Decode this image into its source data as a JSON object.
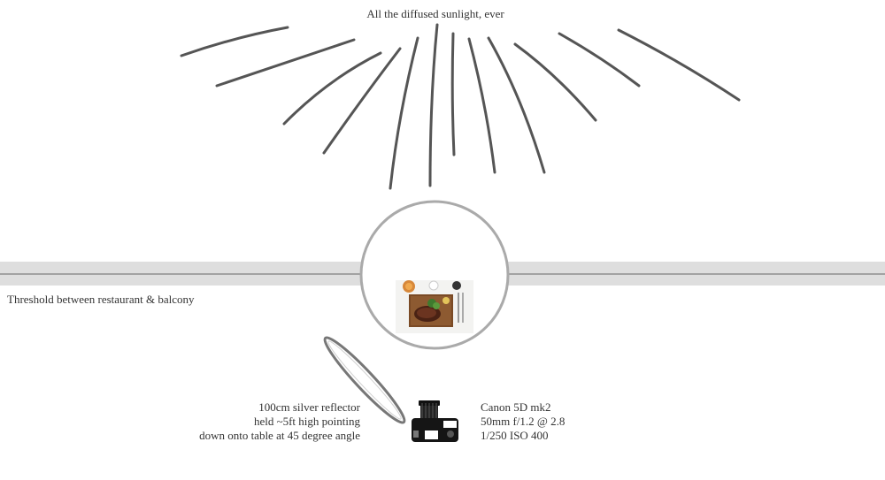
{
  "title": "All the diffused sunlight, ever",
  "threshold": {
    "label": "Threshold between restaurant & balcony"
  },
  "reflector": {
    "lines": [
      "100cm silver reflector",
      "held ~5ft high pointing",
      "down onto table at 45 degree angle"
    ]
  },
  "camera": {
    "lines": [
      "Canon 5D mk2",
      "50mm f/1.2 @ 2.8",
      "1/250 ISO 400"
    ]
  },
  "colors": {
    "rays": "#555555",
    "band": "#dedede",
    "circle": "#aaaaaa",
    "text": "#333333"
  },
  "icons": {
    "camera": "camera-icon",
    "reflector": "reflector-icon",
    "food": "food-plate-photo"
  }
}
